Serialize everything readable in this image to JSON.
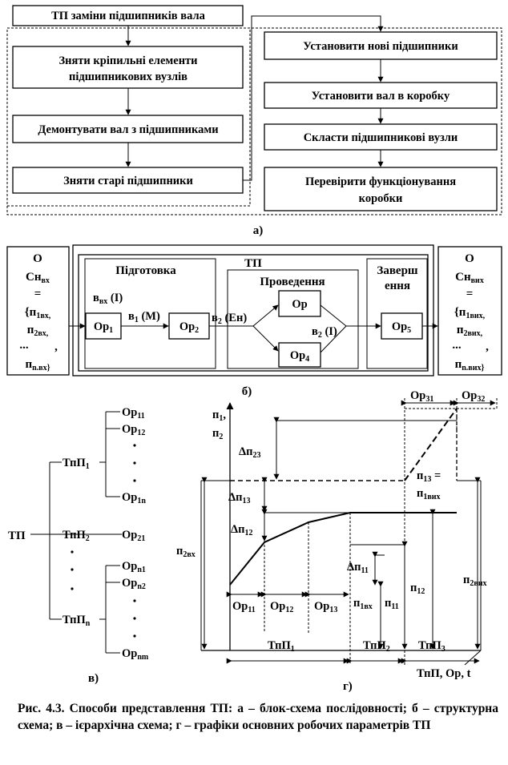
{
  "panel_a": {
    "header": "ТП заміни підшипників вала",
    "steps_left": [
      [
        "Зняти кріпильні елементи",
        "підшипникових вузлів"
      ],
      [
        "Демонтувати вал з підшипниками"
      ],
      [
        "Зняти старі підшипники"
      ]
    ],
    "steps_right": [
      [
        "Установити нові підшипники"
      ],
      [
        "Установити вал в коробку"
      ],
      [
        "Скласти підшипникові вузли"
      ],
      [
        "Перевірити функціонування",
        "коробки"
      ]
    ],
    "label": "а)"
  },
  "panel_b": {
    "left_state": [
      "О",
      "Сн",
      "=",
      "{п",
      "п",
      "...",
      ",",
      "п"
    ],
    "left_state_subs": [
      "",
      "вх",
      "",
      "1вх,",
      "2вх,",
      "",
      "",
      "n.вх}"
    ],
    "tp_label": "ТП",
    "group_prep": "Підготовка",
    "group_exec": "Проведення",
    "group_finish": [
      "Заверш",
      "ення"
    ],
    "ops": [
      "Ор",
      "Ор",
      "Ор",
      "Ор",
      "Ор"
    ],
    "op_subs": [
      "1",
      "2",
      "",
      "4",
      "5"
    ],
    "arrows": [
      {
        "t": "в",
        "sub": "вх",
        "rest": " (І)"
      },
      {
        "t": "в",
        "sub": "1",
        "rest": " (М)"
      },
      {
        "t": "в",
        "sub": "2",
        "rest": " (Ен)"
      },
      {
        "t": "в",
        "sub": "2",
        "rest": " (І)"
      }
    ],
    "right_state": [
      "О",
      "Сн",
      "=",
      "{п",
      "п",
      "...",
      ",",
      "п"
    ],
    "right_state_subs": [
      "",
      "вих",
      "",
      "1вих,",
      "2вих,",
      "",
      "",
      "n.вих}"
    ],
    "label": "б)"
  },
  "panel_v": {
    "root": "ТП",
    "stages": [
      {
        "name": "ТпП",
        "sub": "1",
        "ops": [
          [
            "Ор",
            "11"
          ],
          [
            "Ор",
            "12"
          ],
          [
            "Ор",
            "1n"
          ]
        ]
      },
      {
        "name": "ТпП",
        "sub": "2",
        "ops": [
          [
            "Ор",
            "21"
          ]
        ]
      },
      {
        "name": "ТпП",
        "sub": "n",
        "ops": [
          [
            "Ор",
            "n1"
          ],
          [
            "Ор",
            "n2"
          ],
          [
            "Ор",
            "nm"
          ]
        ]
      }
    ],
    "label": "в)"
  },
  "panel_g": {
    "top_ops": [
      [
        "Ор",
        "31"
      ],
      [
        "Ор",
        "32"
      ]
    ],
    "y_label": [
      [
        "п",
        "1"
      ],
      [
        "п",
        "2"
      ]
    ],
    "deltas": [
      [
        "Δп",
        "23"
      ],
      [
        "Δп",
        "13"
      ],
      [
        "Δп",
        "12"
      ],
      [
        "Δп",
        "11"
      ]
    ],
    "eq_label": [
      [
        "п",
        "13"
      ],
      [
        "п",
        "1вих"
      ]
    ],
    "left_level": [
      "п",
      "2вх"
    ],
    "right_level": [
      "п",
      "2вих"
    ],
    "mid_labels": [
      [
        "п",
        "1вх"
      ],
      [
        "п",
        "11"
      ],
      [
        "п",
        "12"
      ]
    ],
    "bottom_ops": [
      [
        "Ор",
        "11"
      ],
      [
        "Ор",
        "12"
      ],
      [
        "Ор",
        "13"
      ]
    ],
    "stages": [
      [
        "ТпП",
        "1"
      ],
      [
        "ТпП",
        "2"
      ],
      [
        "ТпП",
        "3"
      ]
    ],
    "x_label": "ТпП, Ор, t",
    "label": "г)"
  },
  "caption": "Рис. 4.3. Способи представлення ТП: а – блок-схема послідовності; б – структурна схема; в – ієрархічна схема; г – графіки основних робочих параметрів ТП"
}
